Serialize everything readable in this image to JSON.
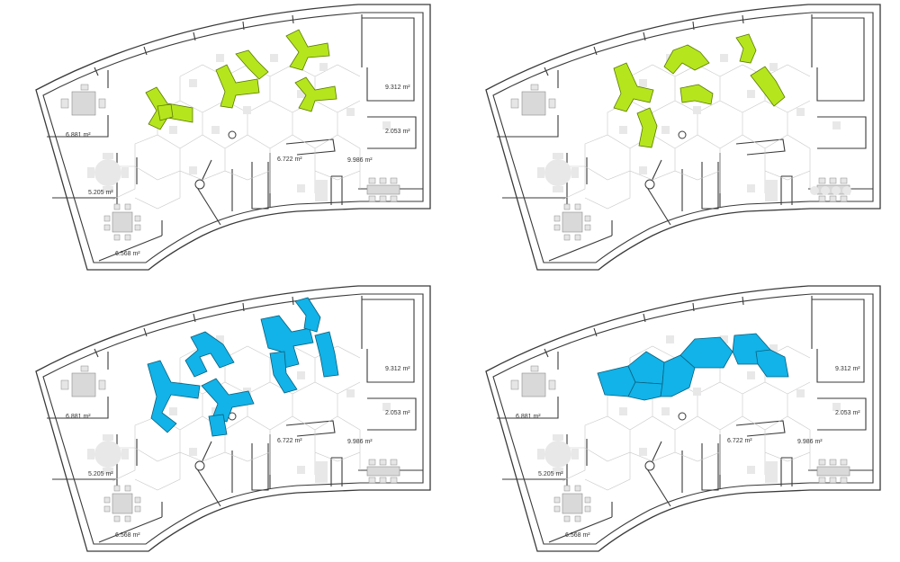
{
  "colors": {
    "accent_green": "#b5e61d",
    "accent_blue": "#11b3e8",
    "wall": "#3a3a3a",
    "furniture": "#d9d9d9",
    "grid": "#c8c8c8"
  },
  "plans": [
    {
      "id": "plan-1",
      "variant": "green-y-workstations",
      "labels": {
        "room_a": "6.881 m²",
        "room_b": "5.205 m²",
        "room_c": "6.568 m²",
        "room_d": "6.722 m²",
        "room_e": "9.986 m²",
        "room_f": "9.312 m²",
        "room_g": "2.053 m²"
      }
    },
    {
      "id": "plan-2",
      "variant": "green-cluster-workstations",
      "labels": {}
    },
    {
      "id": "plan-3",
      "variant": "blue-branching-workstations",
      "labels": {
        "room_a": "6.881 m²",
        "room_b": "5.205 m²",
        "room_c": "6.568 m²",
        "room_d": "6.722 m²",
        "room_e": "9.986 m²",
        "room_f": "9.312 m²",
        "room_g": "2.053 m²"
      }
    },
    {
      "id": "plan-4",
      "variant": "blue-pentagon-chain",
      "labels": {
        "room_a": "6.881 m²",
        "room_b": "5.205 m²",
        "room_c": "6.568 m²",
        "room_d": "6.722 m²",
        "room_e": "9.986 m²",
        "room_f": "9.312 m²",
        "room_g": "2.053 m²"
      }
    }
  ]
}
